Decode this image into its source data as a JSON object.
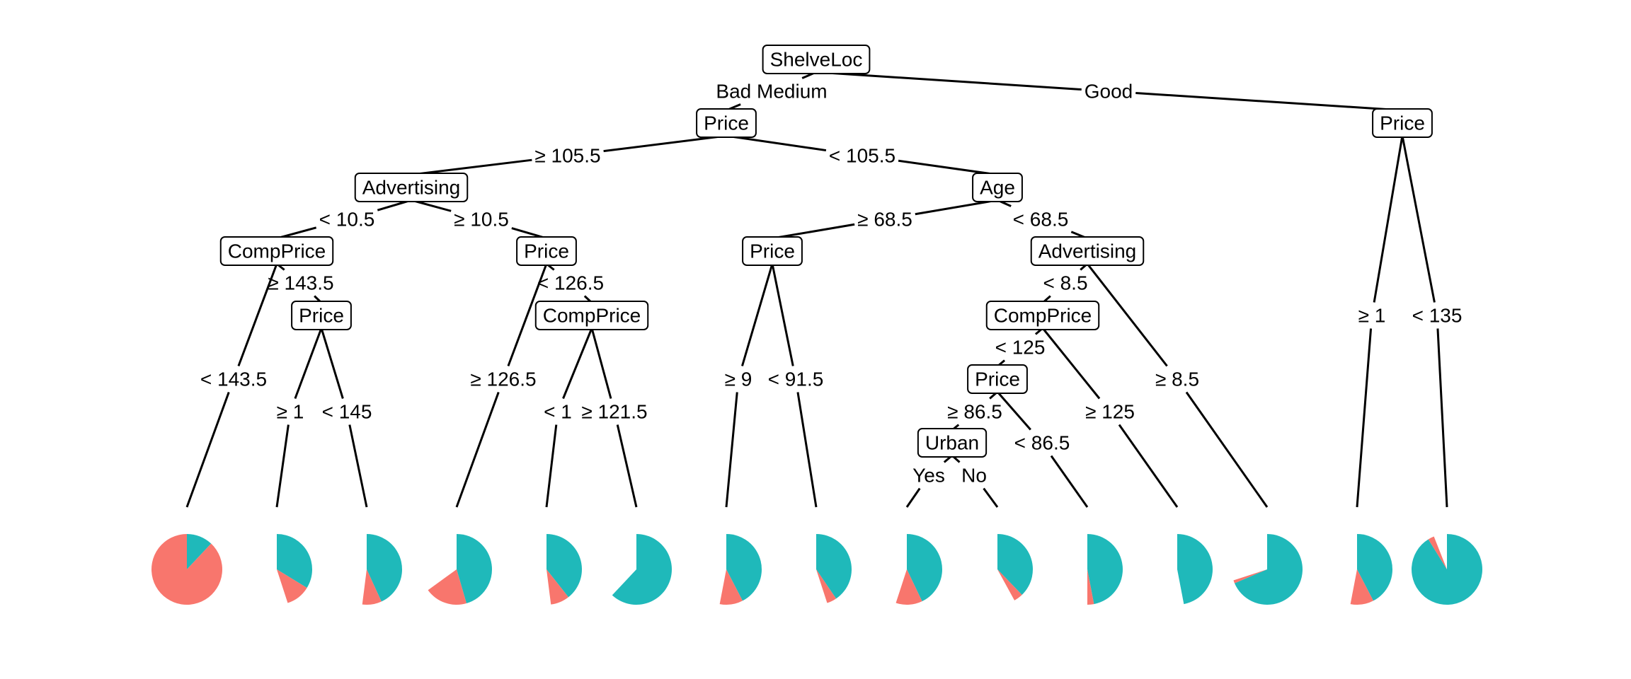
{
  "colors": {
    "class_a": "#F8766D",
    "class_b": "#1FB9BA",
    "line": "#000000"
  },
  "nodes": {
    "n0": "ShelveLoc",
    "n1": "Price",
    "n2": "Price",
    "n3": "Advertising",
    "n4": "Age",
    "n5": "CompPrice",
    "n6": "Price",
    "n7": "Price",
    "n8": "Advertising",
    "n9": "Price",
    "n10": "CompPrice",
    "n11": "CompPrice",
    "n12": "Price",
    "n13": "Urban"
  },
  "edges": {
    "e_n0_n1": "Bad Medium",
    "e_n0_n2": "Good",
    "e_n1_n3": "≥  105.5",
    "e_n1_n4": "<  105.5",
    "e_n3_n5": "<  10.5",
    "e_n3_n6": "≥  10.5",
    "e_n4_n7": "≥  68.5",
    "e_n4_n8": "<  68.5",
    "e_n5_n9": "≥  143.5",
    "e_n5_L1": "<  143.5",
    "e_n9_L2": "≥  1",
    "e_n9_L3": "<  145",
    "e_n6_L4": "≥  126.5",
    "e_n6_n10": "<  126.5",
    "e_n10_L5": "<  1",
    "e_n10_L6": "≥  121.5",
    "e_n7_L7": "≥  9",
    "e_n7_L8": "<  91.5",
    "e_n8_n11": "<  8.5",
    "e_n8_L13": "≥  8.5",
    "e_n11_n12": "<  125",
    "e_n11_L12": "≥  125",
    "e_n12_n13": "≥  86.5",
    "e_n12_L11": "<  86.5",
    "e_n13_L9": "Yes",
    "e_n13_L10": "No",
    "e_n2_L14": "≥  1",
    "e_n2_L15": "<  135"
  },
  "leaves": [
    {
      "id": "L1",
      "size": 1.0,
      "class_a_share": 0.88
    },
    {
      "id": "L2",
      "size": 0.45,
      "class_a_share": 0.25
    },
    {
      "id": "L3",
      "size": 0.52,
      "class_a_share": 0.17
    },
    {
      "id": "L4",
      "size": 0.65,
      "class_a_share": 0.3
    },
    {
      "id": "L5",
      "size": 0.48,
      "class_a_share": 0.18
    },
    {
      "id": "L6",
      "size": 0.62,
      "class_a_share": 0.0
    },
    {
      "id": "L7",
      "size": 0.53,
      "class_a_share": 0.2
    },
    {
      "id": "L8",
      "size": 0.45,
      "class_a_share": 0.1
    },
    {
      "id": "L9",
      "size": 0.55,
      "class_a_share": 0.22
    },
    {
      "id": "L10",
      "size": 0.42,
      "class_a_share": 0.1
    },
    {
      "id": "L11",
      "size": 0.5,
      "class_a_share": 0.06
    },
    {
      "id": "L12",
      "size": 0.47,
      "class_a_share": 0.0
    },
    {
      "id": "L13",
      "size": 0.7,
      "class_a_share": 0.02
    },
    {
      "id": "L14",
      "size": 0.53,
      "class_a_share": 0.2
    },
    {
      "id": "L15",
      "size": 0.94,
      "class_a_share": 0.03
    }
  ]
}
